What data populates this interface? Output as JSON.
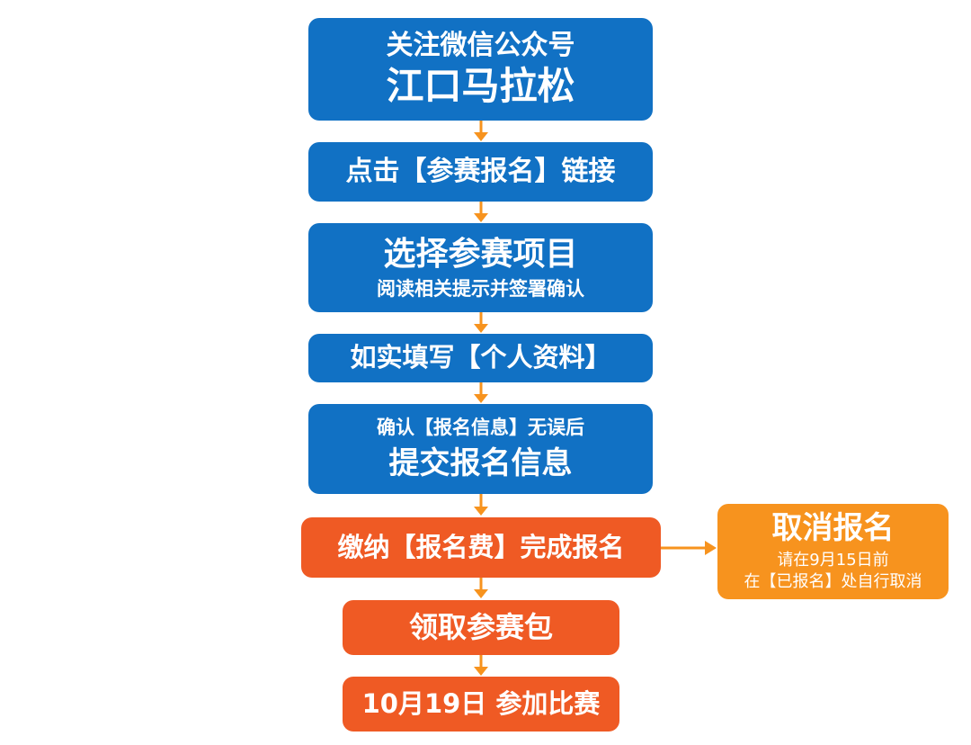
{
  "steps": [
    {
      "lines": [
        "关注微信公众号",
        "江口马拉松"
      ]
    },
    {
      "lines": [
        "点击【参赛报名】链接"
      ]
    },
    {
      "lines": [
        "选择参赛项目",
        "阅读相关提示并签署确认"
      ]
    },
    {
      "lines": [
        "如实填写【个人资料】"
      ]
    },
    {
      "lines": [
        "确认【报名信息】无误后",
        "提交报名信息"
      ]
    },
    {
      "lines": [
        "缴纳【报名费】完成报名"
      ]
    },
    {
      "lines": [
        "领取参赛包"
      ]
    },
    {
      "lines": [
        "10月19日 参加比赛"
      ]
    }
  ],
  "side_box": {
    "title": "取消报名",
    "lines": [
      "请在9月15日前",
      "在【已报名】处自行取消"
    ]
  },
  "colors": {
    "blue": "#1171c4",
    "red": "#ef5a24",
    "orange": "#f7931e",
    "arrow": "#f7931e"
  }
}
